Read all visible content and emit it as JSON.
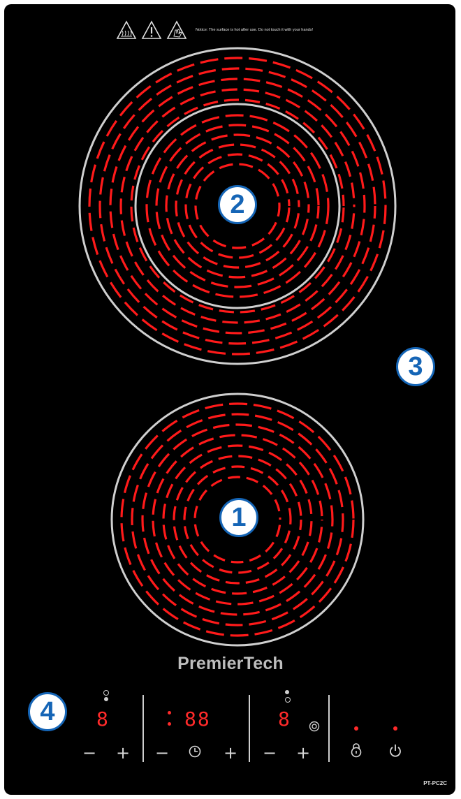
{
  "warnings": {
    "icons": [
      "hot-surface-icon",
      "caution-icon",
      "hand-burn-icon"
    ],
    "notice": "Notice: The surface is hot after use. Do not touch it with your hands!"
  },
  "zones": {
    "badge_large": "2",
    "badge_small": "1",
    "badge_panel": "3",
    "badge_controls": "4"
  },
  "brand": "PremierTech",
  "controls": {
    "left_display": "8",
    "timer_display": "88",
    "right_display": "8",
    "minus": "−",
    "plus": "+",
    "timer_icon": "clock-icon",
    "lock_icon": "lock-icon",
    "power_icon": "power-icon"
  },
  "model": "PT-PC2C",
  "colors": {
    "heater": "#ff1a1a",
    "badge": "#1565b6",
    "glass": "#000000"
  }
}
